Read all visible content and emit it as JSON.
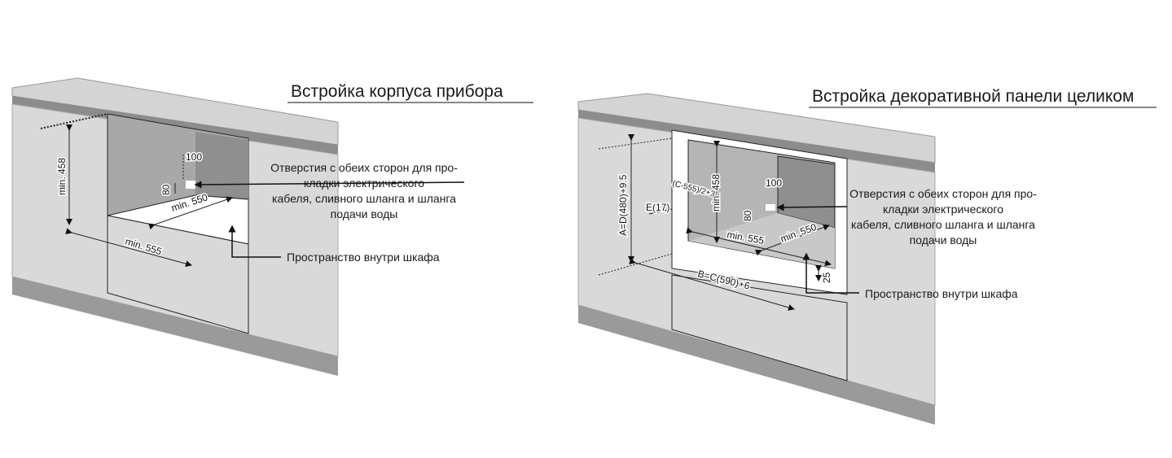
{
  "left_panel": {
    "title": "Встройка корпуса прибора",
    "dimensions": {
      "height": "min. 458",
      "width": "min. 555",
      "depth": "min. 550",
      "hole_height": "80",
      "hole_offset": "100"
    },
    "note_openings": [
      "Отверстия с обеих сторон для про-",
      "кладки электрического",
      "кабеля, сливного шланга и шланга",
      "подачи воды"
    ],
    "note_space": "Пространство внутри шкафа"
  },
  "right_panel": {
    "title": "Встройка декоративной панели целиком",
    "dimensions": {
      "a": "A=D(480)+9.5",
      "b": "B=C(590)+6",
      "e": "E(17)",
      "c_offset": "(C-555)/2+3",
      "height": "min. 458",
      "width": "min. 555",
      "depth": "min. 550",
      "hole_height": "80",
      "hole_offset": "100",
      "gap": "25"
    },
    "note_openings": [
      "Отверстия с обеих сторон для про-",
      "кладки электрического",
      "кабеля, сливного шланга и шланга",
      "подачи воды"
    ],
    "note_space": "Пространство внутри шкафа"
  },
  "colors": {
    "counter": "#d4d4d4",
    "wall": "#d9d9d9",
    "edge": "#8c8c8c",
    "back": "#a3a3a3",
    "floor": "#ffffff"
  }
}
